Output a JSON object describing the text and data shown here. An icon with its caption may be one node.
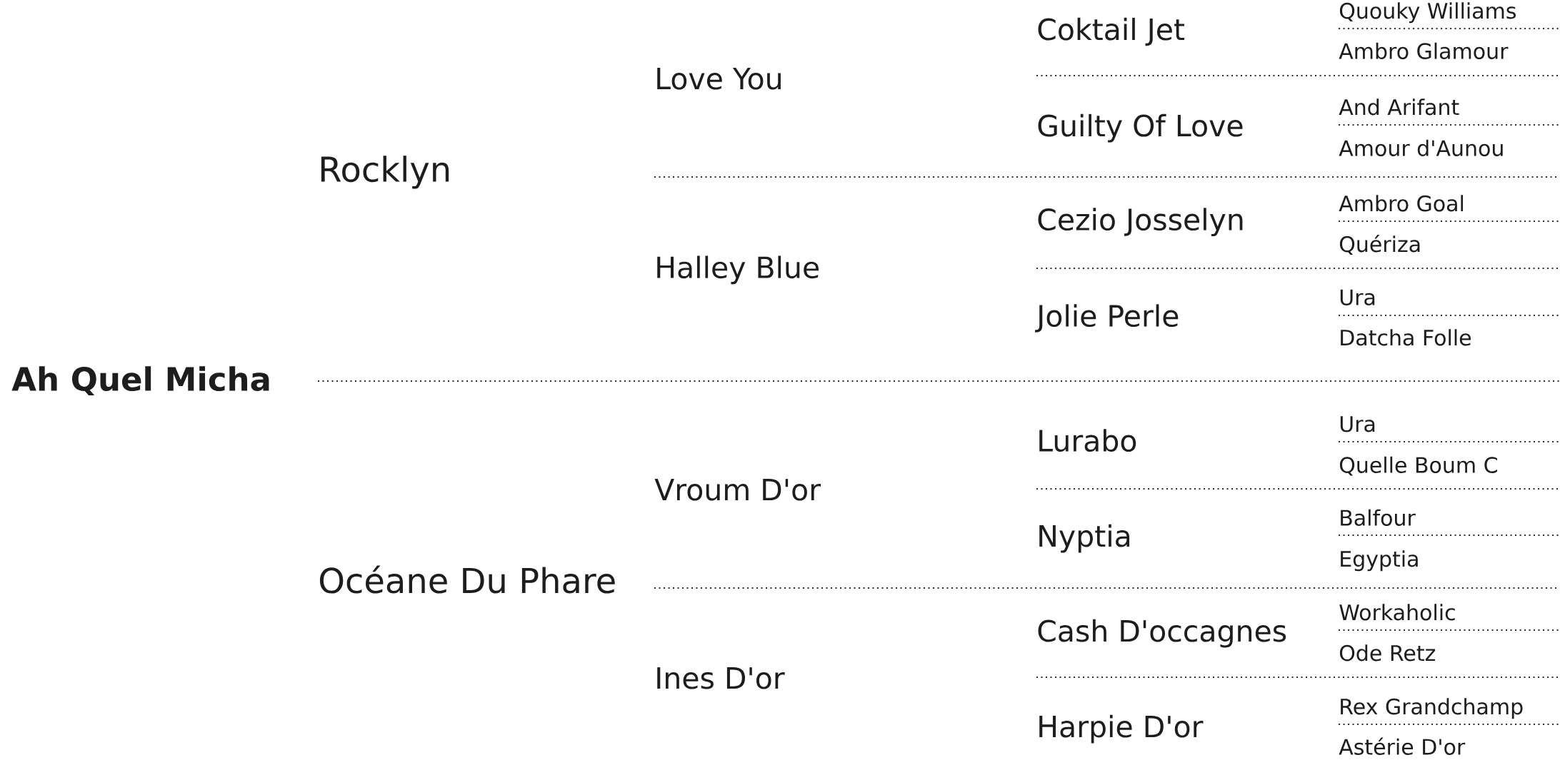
{
  "diagram": {
    "labels": [
      "Quouky Williams",
      "Coktail Jet",
      "Ambro Glamour",
      "Love You",
      "And Arifant",
      "Guilty Of Love",
      "Amour d'Aunou",
      "Rocklyn",
      "Ambro Goal",
      "Cezio Josselyn",
      "Quériza",
      "Halley Blue",
      "Ura",
      "Jolie Perle",
      "Datcha Folle",
      "Ah Quel Micha",
      "Ura",
      "Lurabo",
      "Quelle Boum C",
      "Vroum D'or",
      "Balfour",
      "Nyptia",
      "Egyptia",
      "Océane Du Phare",
      "Workaholic",
      "Cash D'occagnes",
      "Ode Retz",
      "Ines D'or",
      "Rex Grandchamp",
      "Harpie D'or",
      "Astérie D'or"
    ]
  }
}
